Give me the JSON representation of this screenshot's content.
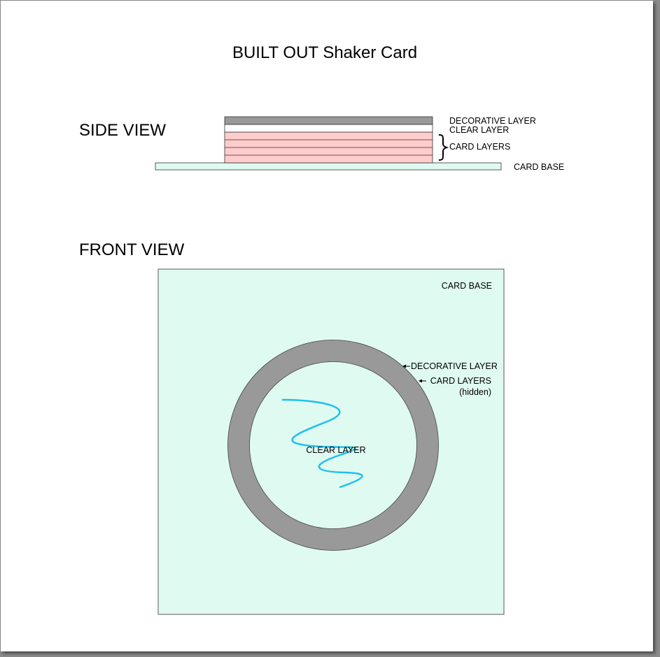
{
  "title": "BUILT OUT Shaker Card",
  "side_view": {
    "heading": "SIDE VIEW",
    "labels": {
      "decorative_layer": "DECORATIVE LAYER",
      "clear_layer": "CLEAR LAYER",
      "card_layers": "CARD LAYERS",
      "card_base": "CARD BASE"
    }
  },
  "front_view": {
    "heading": "FRONT VIEW",
    "labels": {
      "card_base": "CARD BASE",
      "decorative_layer": "DECORATIVE LAYER",
      "card_layers": "CARD LAYERS",
      "card_layers_note": "(hidden)",
      "clear_layer": "CLEAR LAYER"
    }
  },
  "colors": {
    "card_base": "#dffaf0",
    "decorative": "#999999",
    "clear": "#ffffff",
    "card_layers": "#ffcccc",
    "shaker_wave": "#1ec0ee"
  }
}
